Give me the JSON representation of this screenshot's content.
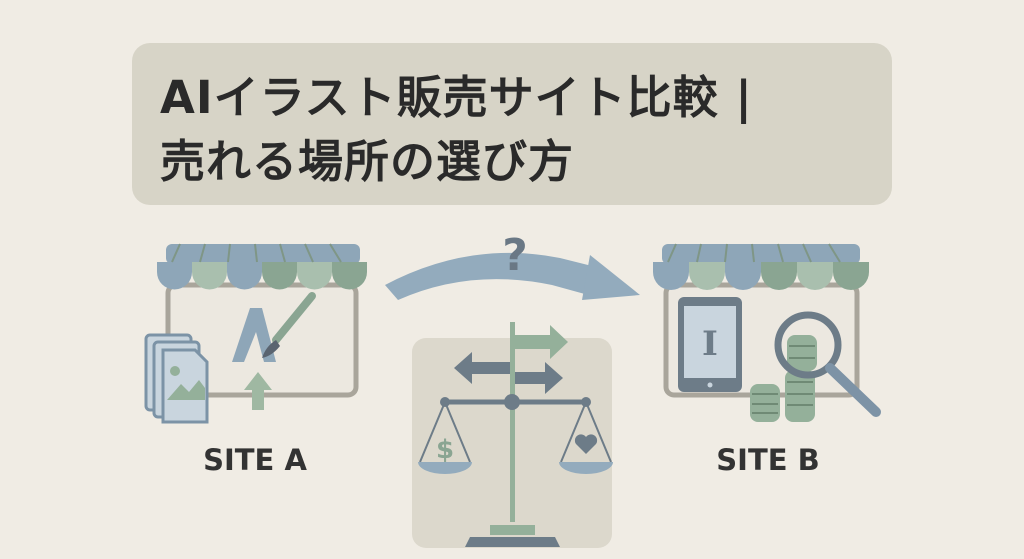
{
  "title": {
    "line1": "AIイラスト販売サイト比較 |",
    "line2": "売れる場所の選び方"
  },
  "illustration": {
    "question_mark": "?",
    "site_a_label": "SITE A",
    "site_b_label": "SITE B",
    "tablet_letter": "I",
    "dollar_sign": "$"
  },
  "colors": {
    "background": "#f0ece4",
    "title_box": "#d7d4c7",
    "blue": "#8ea6b8",
    "green": "#9fb8a2",
    "dark": "#5f6f7c"
  }
}
